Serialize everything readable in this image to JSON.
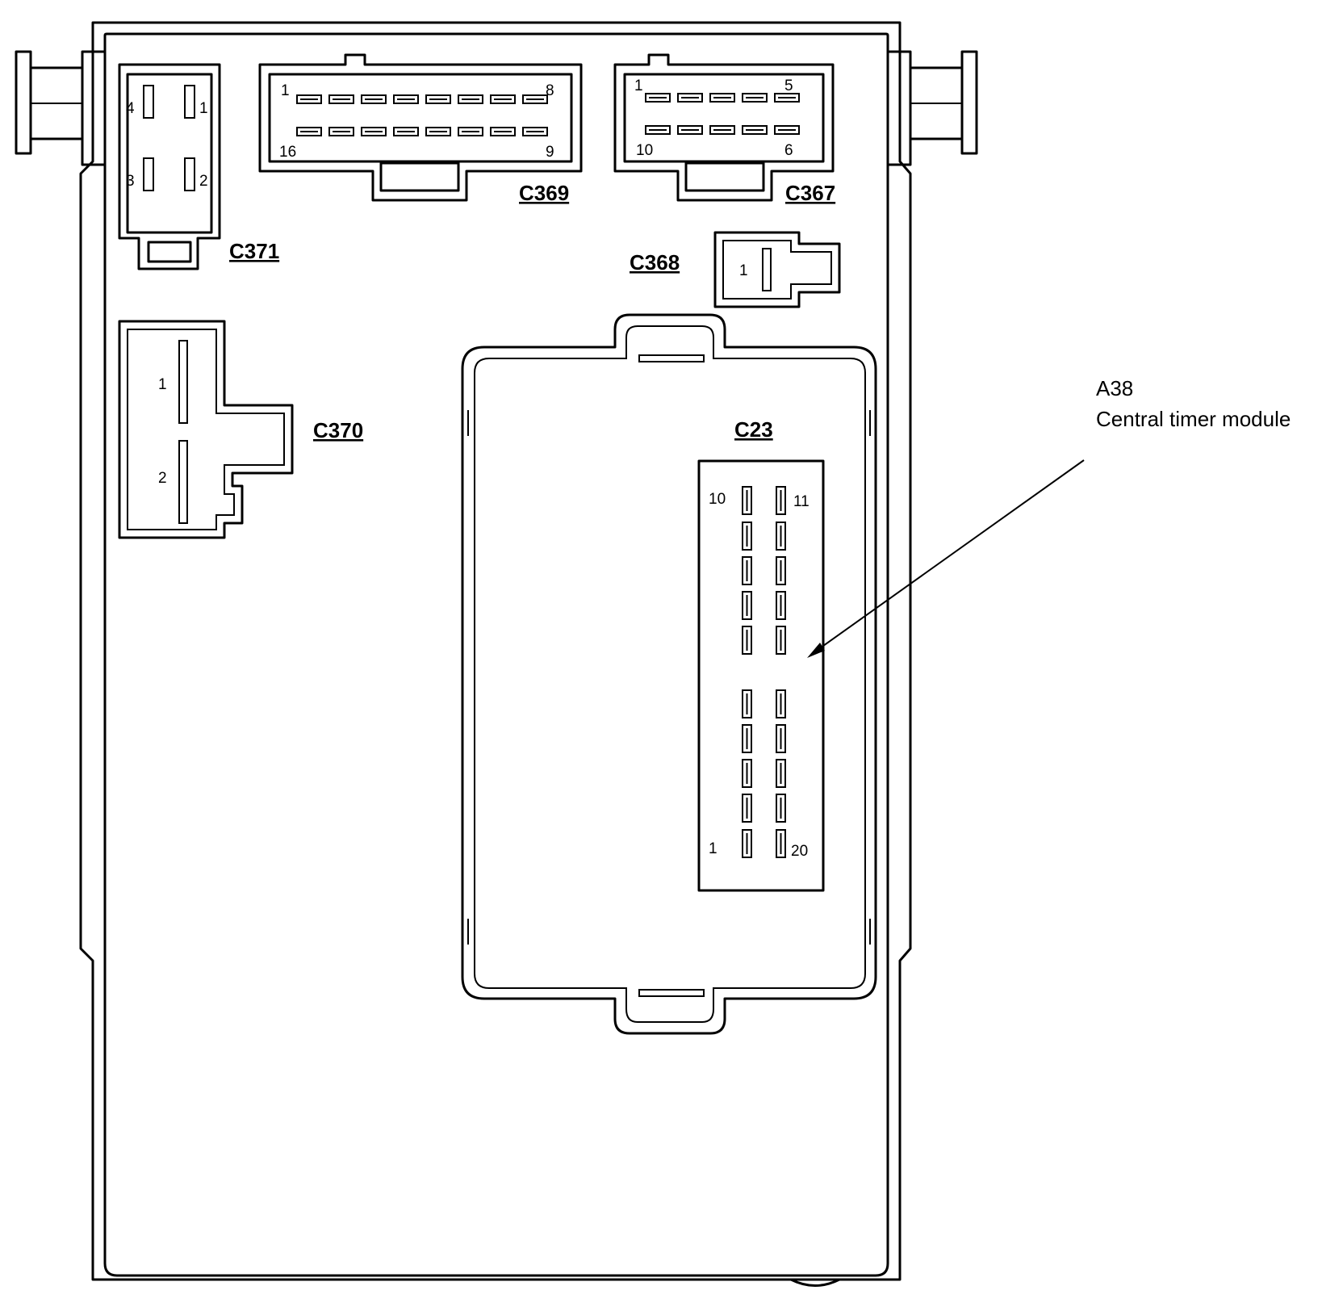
{
  "module": {
    "id": "A38",
    "name": "Central timer module"
  },
  "connectors": {
    "c371": {
      "label": "C371",
      "pins": [
        "4",
        "1",
        "3",
        "2"
      ]
    },
    "c369": {
      "label": "C369",
      "pins": [
        "1",
        "8",
        "16",
        "9"
      ]
    },
    "c367": {
      "label": "C367",
      "pins": [
        "1",
        "5",
        "10",
        "6"
      ]
    },
    "c368": {
      "label": "C368",
      "pins": [
        "1"
      ]
    },
    "c370": {
      "label": "C370",
      "pins": [
        "1",
        "2"
      ]
    },
    "c23": {
      "label": "C23",
      "pins": [
        "10",
        "11",
        "1",
        "20"
      ]
    }
  }
}
